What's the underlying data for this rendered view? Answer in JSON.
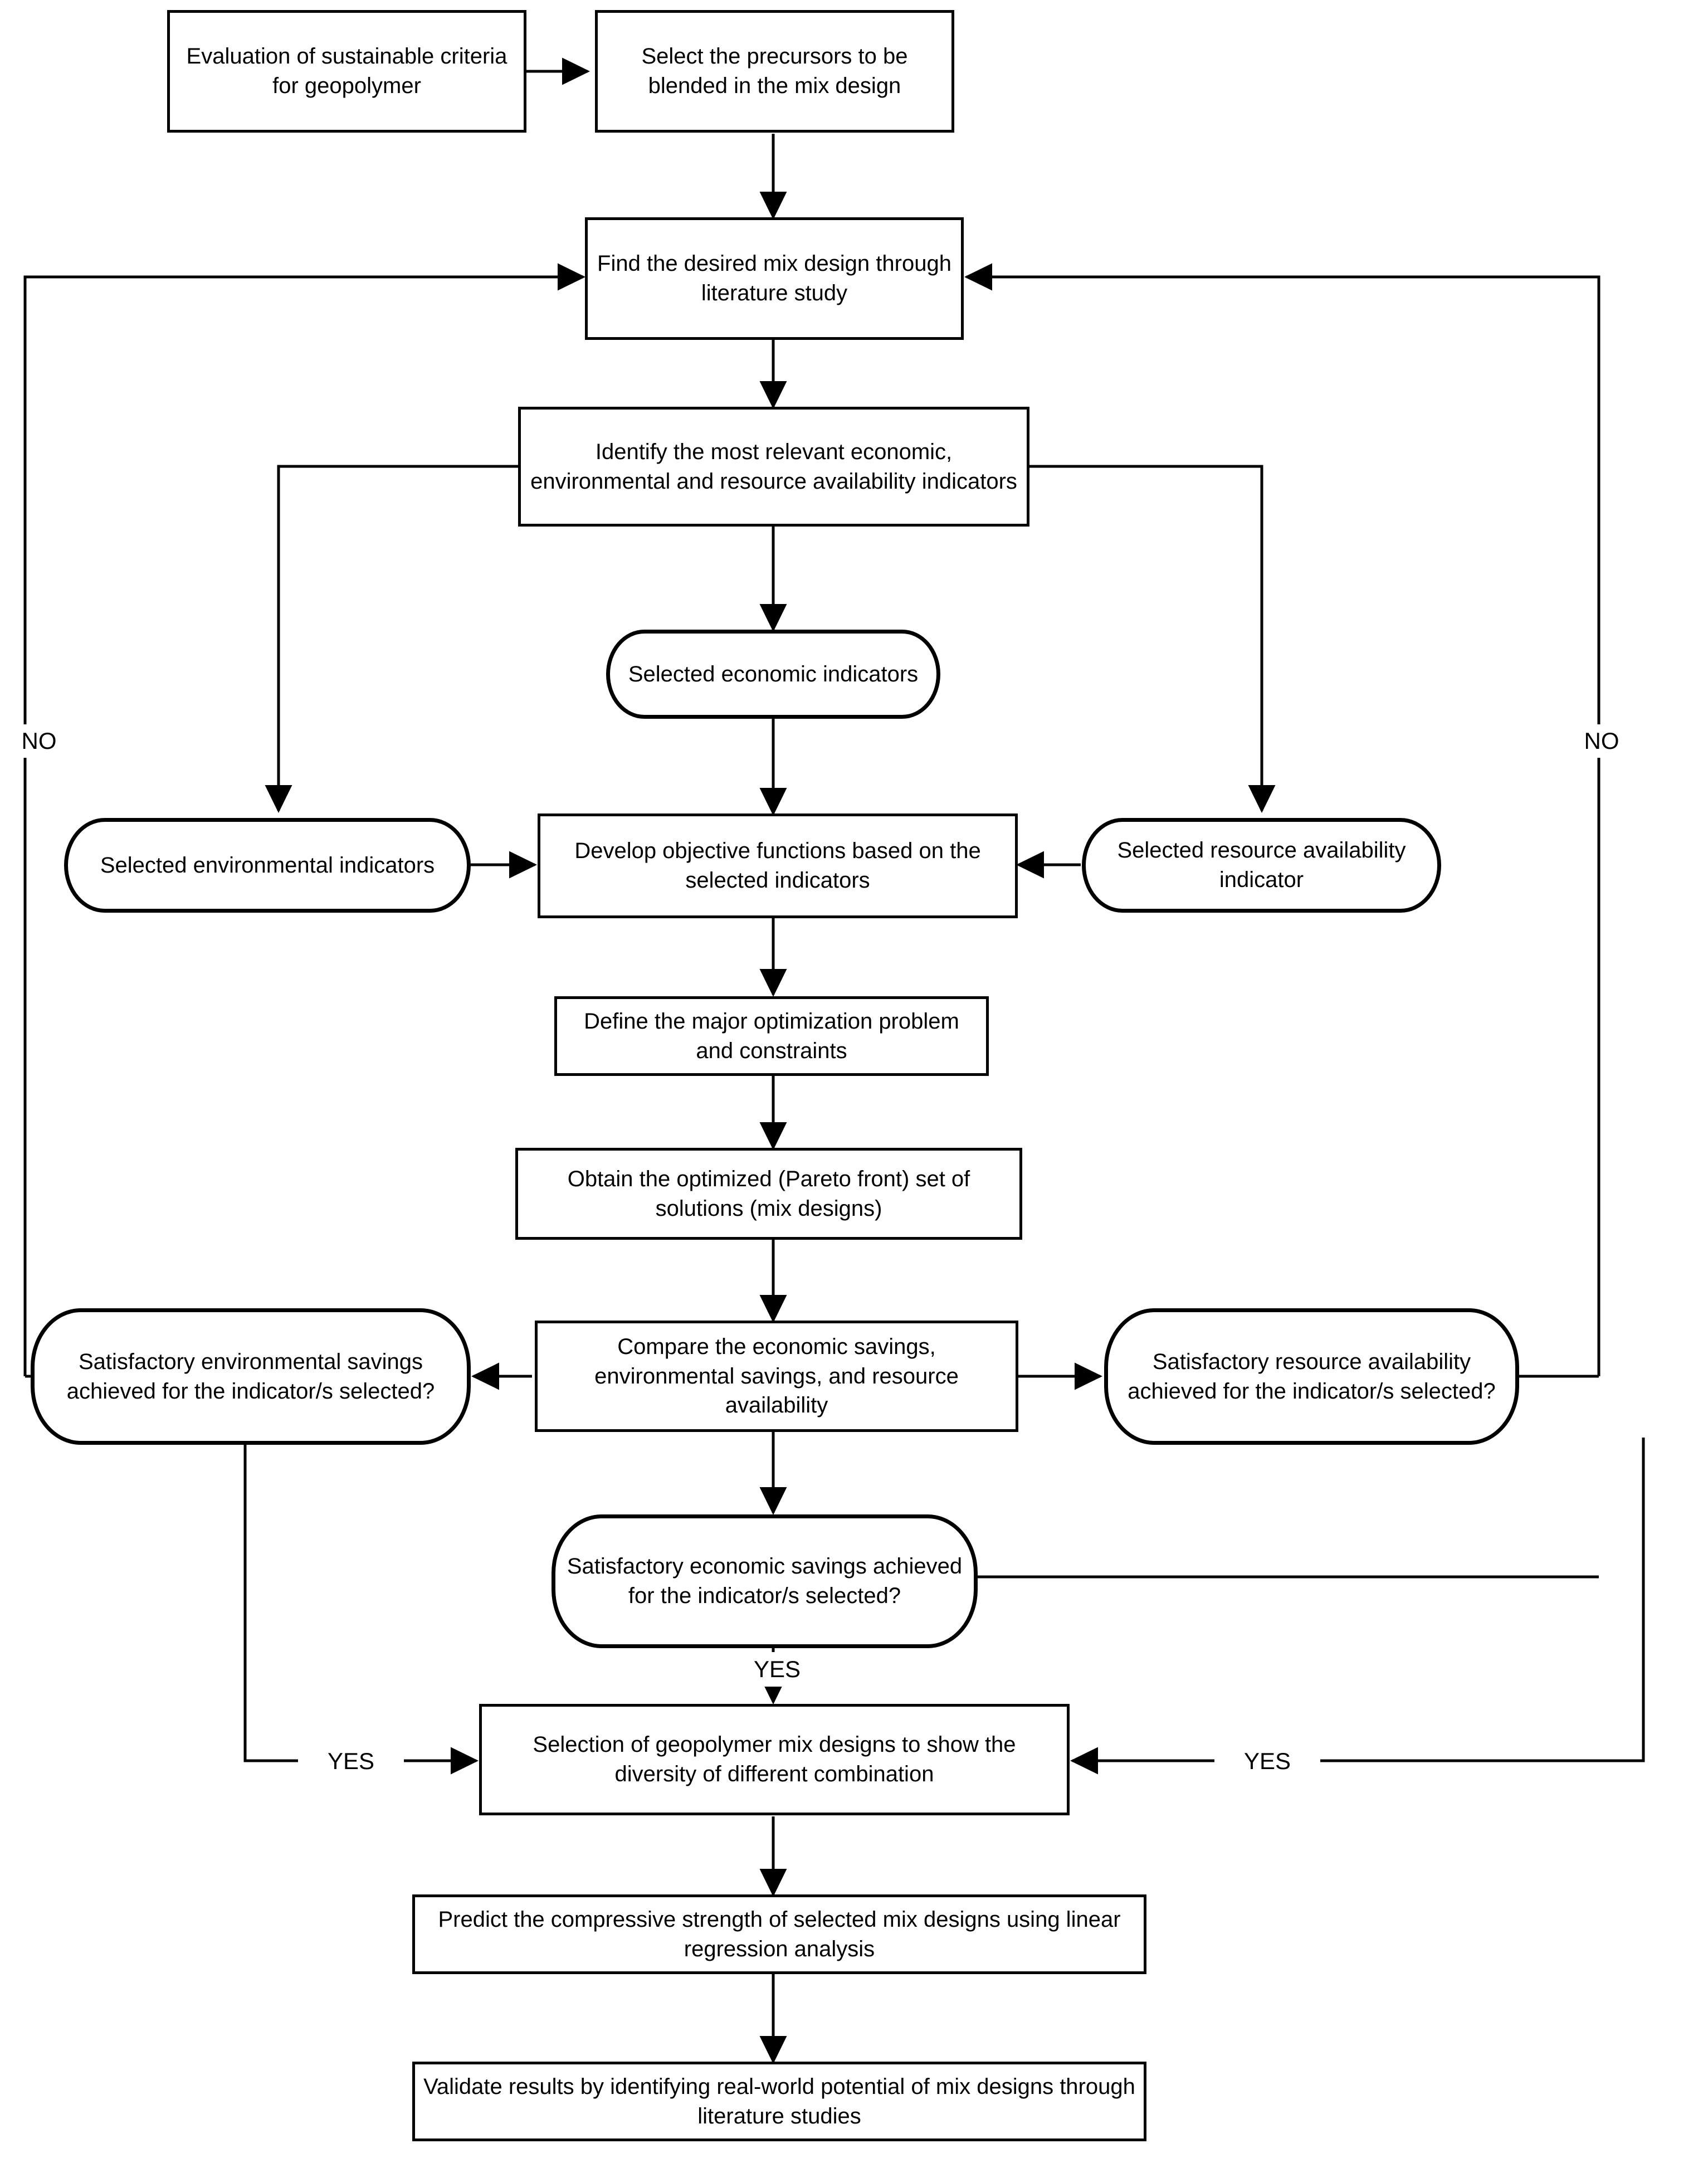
{
  "diagram": {
    "title": "Geopolymer sustainable mix design optimization flowchart",
    "type": "flowchart",
    "colors": {
      "stroke": "#000000",
      "fill": "#ffffff",
      "text": "#000000"
    },
    "nodes": [
      {
        "id": "n1",
        "shape": "rectangle",
        "text": "Evaluation of sustainable criteria for geopolymer"
      },
      {
        "id": "n2",
        "shape": "rectangle",
        "text": "Select the precursors to be blended in the mix design"
      },
      {
        "id": "n3",
        "shape": "rectangle",
        "text": "Find the desired mix design through literature study"
      },
      {
        "id": "n4",
        "shape": "rectangle",
        "text": "Identify the most relevant economic, environmental and resource availability indicators"
      },
      {
        "id": "n5",
        "shape": "rounded",
        "text": "Selected economic indicators"
      },
      {
        "id": "n6",
        "shape": "rounded",
        "text": "Selected environmental indicators"
      },
      {
        "id": "n7",
        "shape": "rectangle",
        "text": "Develop objective functions based on the selected indicators"
      },
      {
        "id": "n8",
        "shape": "rounded",
        "text": "Selected resource availability indicator"
      },
      {
        "id": "n9",
        "shape": "rectangle",
        "text": "Define the major optimization problem and constraints"
      },
      {
        "id": "n10",
        "shape": "rectangle",
        "text": "Obtain the optimized (Pareto front) set of solutions (mix designs)"
      },
      {
        "id": "n11",
        "shape": "rounded",
        "text": "Satisfactory environmental savings achieved for the indicator/s selected?"
      },
      {
        "id": "n12",
        "shape": "rectangle",
        "text": "Compare the economic savings, environmental savings, and resource availability"
      },
      {
        "id": "n13",
        "shape": "rounded",
        "text": "Satisfactory resource availability achieved for the indicator/s selected?"
      },
      {
        "id": "n14",
        "shape": "rounded",
        "text": "Satisfactory economic savings achieved for the indicator/s selected?"
      },
      {
        "id": "n15",
        "shape": "rectangle",
        "text": "Selection of geopolymer mix designs to show the diversity of different combination"
      },
      {
        "id": "n16",
        "shape": "rectangle",
        "text": "Predict the compressive strength of selected mix designs using linear regression analysis"
      },
      {
        "id": "n17",
        "shape": "rectangle",
        "text": "Validate results by identifying real-world potential of mix designs through literature studies"
      }
    ],
    "edge_labels": {
      "no_left": "NO",
      "no_right": "NO",
      "yes_center": "YES",
      "yes_left": "YES",
      "yes_right": "YES"
    },
    "edges": [
      {
        "from": "n1",
        "to": "n2",
        "label": ""
      },
      {
        "from": "n2",
        "to": "n3",
        "label": ""
      },
      {
        "from": "n3",
        "to": "n4",
        "label": ""
      },
      {
        "from": "n4",
        "to": "n5",
        "label": ""
      },
      {
        "from": "n4",
        "to": "n6",
        "label": ""
      },
      {
        "from": "n4",
        "to": "n8",
        "label": ""
      },
      {
        "from": "n5",
        "to": "n7",
        "label": ""
      },
      {
        "from": "n6",
        "to": "n7",
        "label": ""
      },
      {
        "from": "n8",
        "to": "n7",
        "label": ""
      },
      {
        "from": "n7",
        "to": "n9",
        "label": ""
      },
      {
        "from": "n9",
        "to": "n10",
        "label": ""
      },
      {
        "from": "n10",
        "to": "n12",
        "label": ""
      },
      {
        "from": "n12",
        "to": "n11",
        "label": ""
      },
      {
        "from": "n12",
        "to": "n13",
        "label": ""
      },
      {
        "from": "n12",
        "to": "n14",
        "label": ""
      },
      {
        "from": "n11",
        "to": "n3",
        "label": "NO"
      },
      {
        "from": "n11",
        "to": "n15",
        "label": "YES"
      },
      {
        "from": "n13",
        "to": "n3",
        "label": "NO"
      },
      {
        "from": "n13",
        "to": "n15",
        "label": "YES"
      },
      {
        "from": "n14",
        "to": "n3",
        "label": "NO"
      },
      {
        "from": "n14",
        "to": "n15",
        "label": "YES"
      },
      {
        "from": "n15",
        "to": "n16",
        "label": ""
      },
      {
        "from": "n16",
        "to": "n17",
        "label": ""
      }
    ]
  }
}
